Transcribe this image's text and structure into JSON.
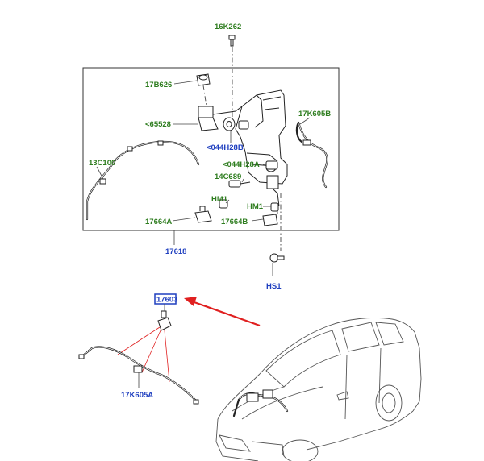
{
  "labels": {
    "p16K262": "16K262",
    "p17B626": "17B626",
    "p65528": "<65528",
    "p044H28B": "<044H28B",
    "p17K605B": "17K605B",
    "p13C100": "13C100",
    "p044H28A": "<044H28A",
    "p14C689": "14C689",
    "pHM1a": "HM1",
    "pHM1b": "HM1",
    "p17664A": "17664A",
    "p17664B": "17664B",
    "p17618": "17618",
    "pHS1": "HS1",
    "p17603": "17603",
    "p17K605A": "17K605A"
  },
  "colors": {
    "part_label": "#2e7d1f",
    "fastener_label": "#1f3fbf",
    "arrow": "#e02020",
    "callout": "#e02020"
  }
}
